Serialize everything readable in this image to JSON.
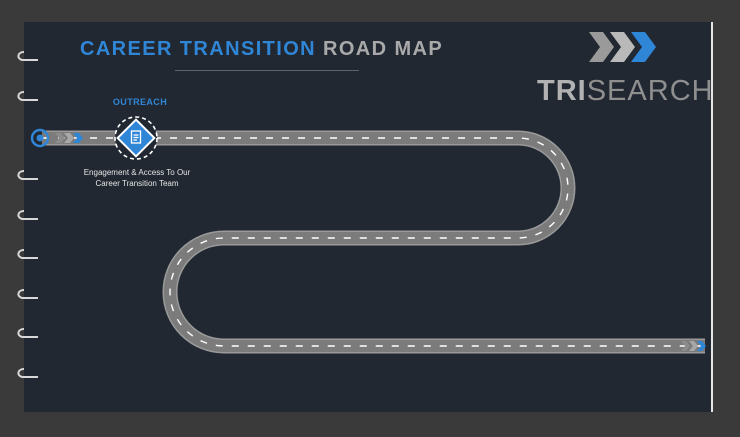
{
  "title": {
    "part1": "CAREER TRANSITION",
    "part2": "ROAD MAP"
  },
  "logo": {
    "part1": "TRI",
    "part2": "SEARCH"
  },
  "milestone": {
    "label": "OUTREACH",
    "desc_line1": "Engagement & Access To Our",
    "desc_line2": "Career Transition Team",
    "icon": "document-icon"
  },
  "colors": {
    "background": "#212832",
    "accent": "#2f86d6",
    "road": "#7b7b7b",
    "road_edge": "#9a9a9a",
    "lane": "#ffffff"
  }
}
